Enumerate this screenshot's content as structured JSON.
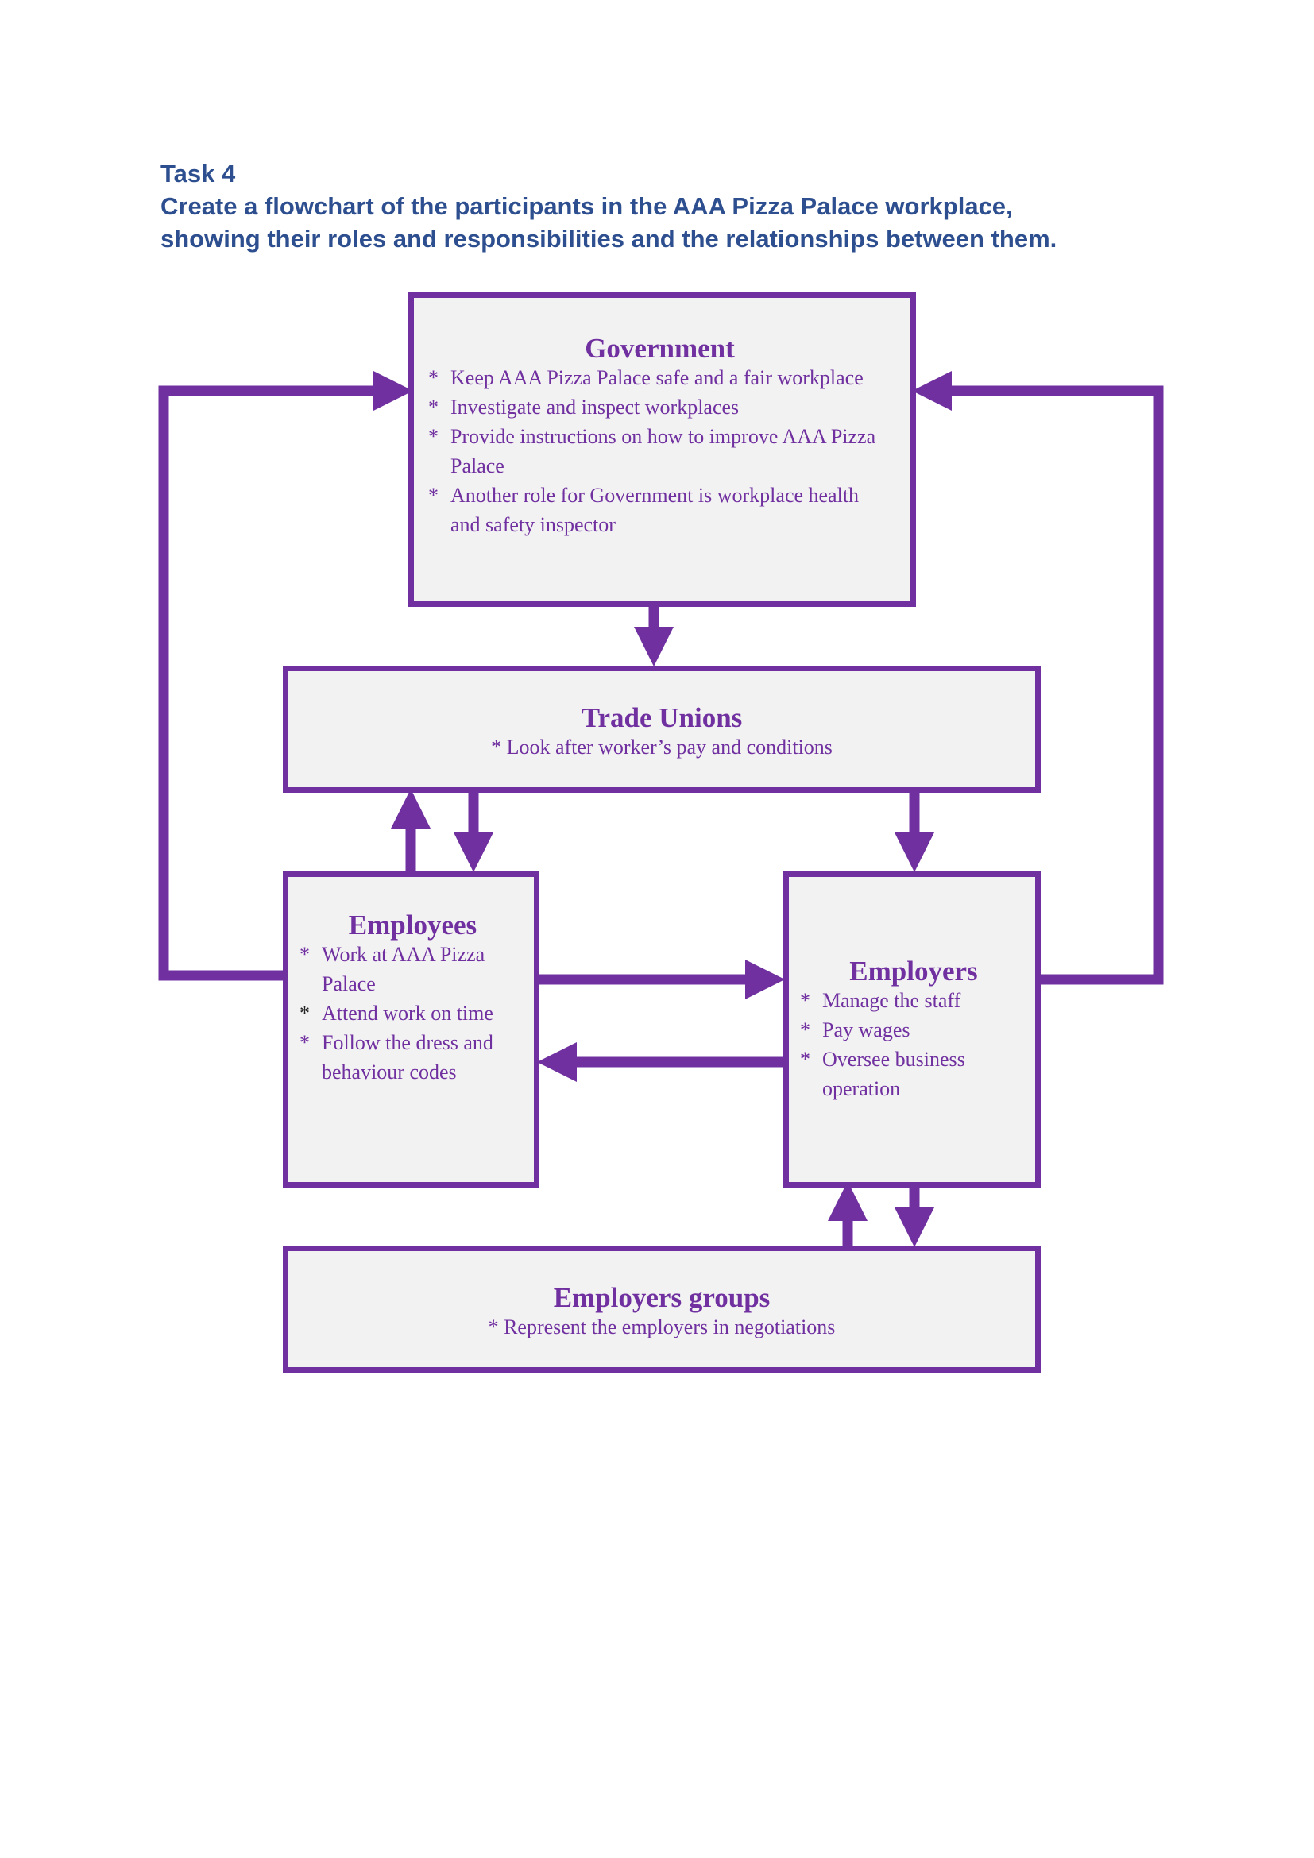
{
  "heading": {
    "task": "Task 4",
    "line1": "Create a flowchart of the participants in the AAA Pizza Palace workplace,",
    "line2": "showing their roles and responsibilities and the relationships between them."
  },
  "colors": {
    "accent": "#7030a0",
    "box_fill": "#f2f2f2",
    "heading": "#2e4f8f"
  },
  "diagram": {
    "government": {
      "title": "Government",
      "items": [
        "Keep AAA Pizza Palace safe and a fair workplace",
        "Investigate and inspect workplaces",
        "Provide instructions on how to improve AAA Pizza Palace",
        "Another role for Government is workplace health and safety inspector"
      ]
    },
    "trade_unions": {
      "title": "Trade Unions",
      "item": "* Look after worker’s pay and conditions"
    },
    "employees": {
      "title": "Employees",
      "items": [
        "Work at AAA Pizza Palace",
        "Attend work on time",
        "Follow the dress and behaviour codes"
      ]
    },
    "employers": {
      "title": "Employers",
      "items": [
        "Manage the staff",
        "Pay wages",
        "Oversee business operation"
      ]
    },
    "employers_groups": {
      "title": "Employers groups",
      "item": "* Represent the employers in negotiations"
    }
  }
}
